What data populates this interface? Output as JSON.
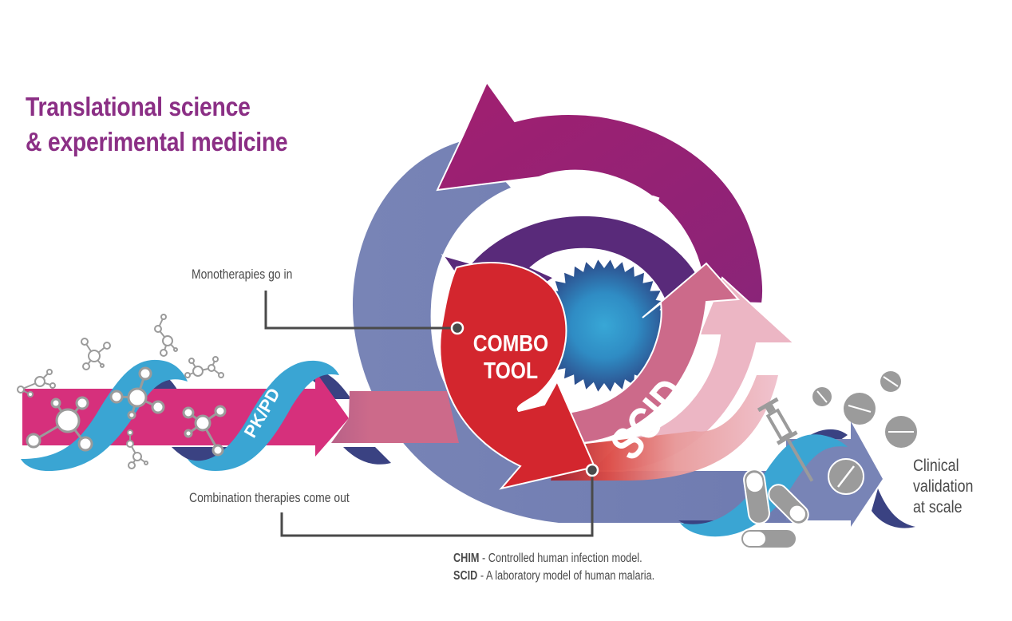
{
  "title": {
    "line1": "Translational science",
    "line2": "& experimental medicine"
  },
  "labels": {
    "monotherapies": "Monotherapies go in",
    "combination": "Combination therapies come out",
    "pkpd": "PK/PD",
    "chim": "CHIM",
    "scid": "SCID",
    "combo_line1": "COMBO",
    "combo_line2": "TOOL",
    "clinical_line1": "Clinical",
    "clinical_line2": "validation",
    "clinical_line3": "at scale"
  },
  "legend": [
    {
      "term": "CHIM",
      "definition": " - Controlled human infection model."
    },
    {
      "term": "SCID",
      "definition": " - A laboratory model of human malaria."
    }
  ],
  "icons": [
    "molecule-icon",
    "dna-helix-icon",
    "gear-icon",
    "syringe-icon",
    "pill-icon",
    "capsule-icon"
  ],
  "colors": {
    "title": "#8b2f85",
    "pk_arrow": "#d6307c",
    "helix_light": "#3aa5d3",
    "helix_dark": "#3a4282",
    "outer_ring": "#7884b6",
    "chim": "#a11f70",
    "inner_purple": "#592a7a",
    "combo_red": "#d3262e",
    "scid_pink": "#cc6a8a",
    "scid_light": "#ecb6c4",
    "gear_center": "#36a3d4",
    "text_gray": "#4a4a4a"
  }
}
